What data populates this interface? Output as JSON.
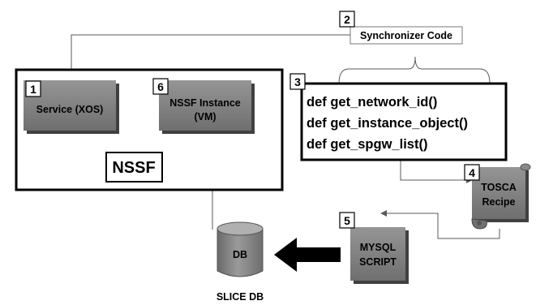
{
  "steps": {
    "s1": "1",
    "s2": "2",
    "s3": "3",
    "s4": "4",
    "s5": "5",
    "s6": "6"
  },
  "synchronizer": {
    "label": "Synchronizer Code"
  },
  "nssf": {
    "title": "NSSF",
    "service_label": "Service (XOS)",
    "instance_line1": "NSSF Instance",
    "instance_line2": "(VM)"
  },
  "code_block": {
    "lines": [
      "def get_network_id()",
      "def get_instance_object()",
      "def get_spgw_list()"
    ]
  },
  "tosca": {
    "line1": "TOSCA",
    "line2": "Recipe"
  },
  "mysql": {
    "line1": "MYSQL",
    "line2": "SCRIPT"
  },
  "db": {
    "label": "DB",
    "caption": "SLICE DB"
  },
  "colors": {
    "box_gray": "#7f7f7f",
    "box_shadow": "#404040",
    "line": "#5a5a5a",
    "arrow": "#000000"
  }
}
